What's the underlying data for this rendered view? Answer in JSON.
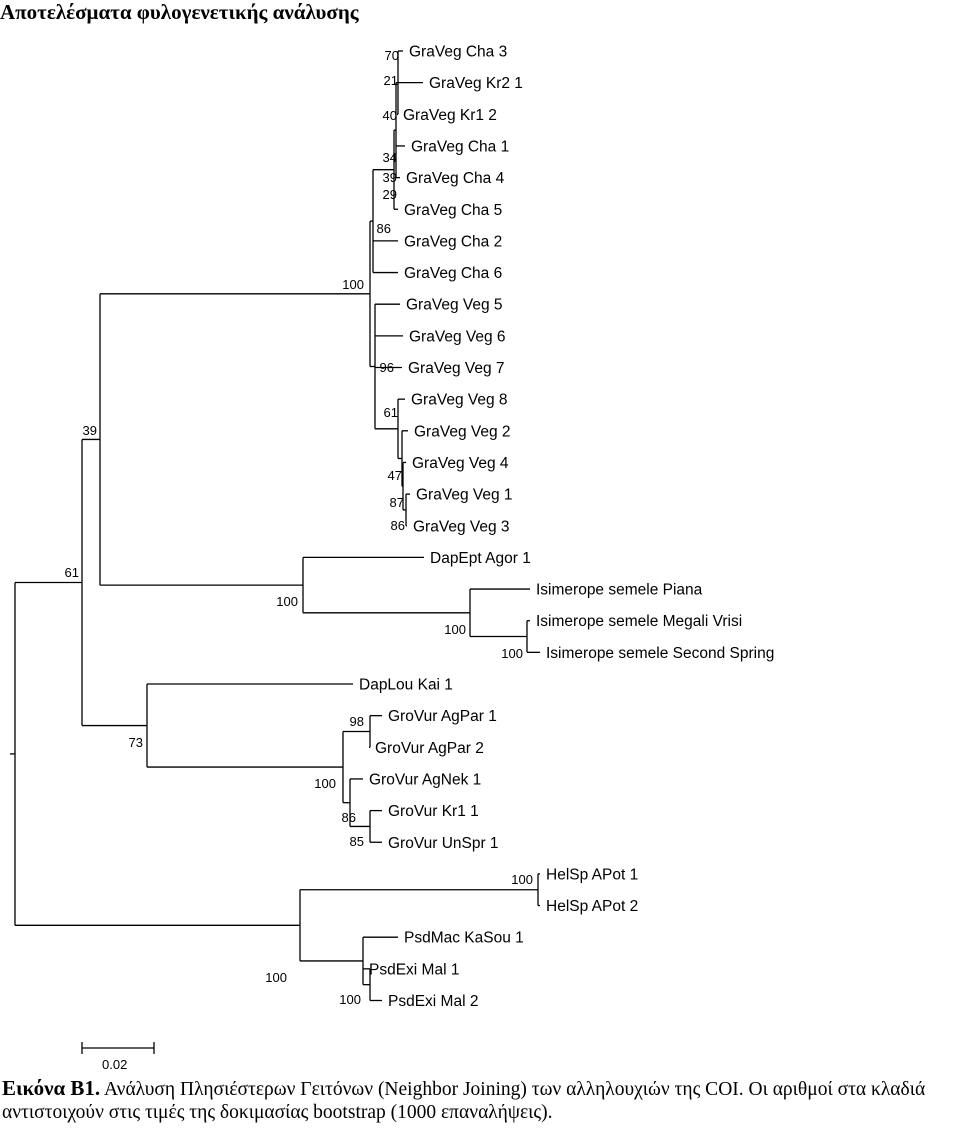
{
  "title": "Αποτελέσματα φυλογενετικής ανάλυσης",
  "taxa": [
    "GraVeg Cha 3",
    "GraVeg Kr2 1",
    "GraVeg Kr1 2",
    "GraVeg Cha 1",
    "GraVeg Cha 4",
    "GraVeg Cha 5",
    "GraVeg Cha 2",
    "GraVeg Cha 6",
    "GraVeg Veg 5",
    "GraVeg Veg 6",
    "GraVeg Veg 7",
    "GraVeg Veg 8",
    "GraVeg Veg 2",
    "GraVeg Veg 4",
    "GraVeg Veg 1",
    "GraVeg Veg 3",
    "DapEpt Agor 1",
    "Isimerope semele Piana",
    "Isimerope semele Megali Vrisi",
    "Isimerope semele Second Spring",
    "DapLou Kai 1",
    "GroVur AgPar 1",
    "GroVur AgPar 2",
    "GroVur AgNek 1",
    "GroVur Kr1 1",
    "GroVur UnSpr 1",
    "HelSp APot 1",
    "HelSp APot 2",
    "PsdMac KaSou 1",
    "PsdExi Mal 1",
    "PsdExi Mal 2"
  ],
  "bootstrap": [
    "70",
    "21",
    "40",
    "34",
    "39",
    "29",
    "86",
    "100",
    "96",
    "61",
    "47",
    "87",
    "86",
    "39",
    "61",
    "100",
    "100",
    "100",
    "73",
    "98",
    "100",
    "86",
    "85",
    "100",
    "100",
    "100"
  ],
  "scale_bar": {
    "label": "0.02"
  },
  "caption": {
    "label": "Εικόνα Β1.",
    "text": " Ανάλυση Πλησιέστερων Γειτόνων (Neighbor Joining) των αλληλουχιών της COI. Οι αριθμοί στα κλαδιά αντιστοιχούν στις τιμές της δοκιμασίας bootstrap (1000 επαναλήψεις)."
  }
}
